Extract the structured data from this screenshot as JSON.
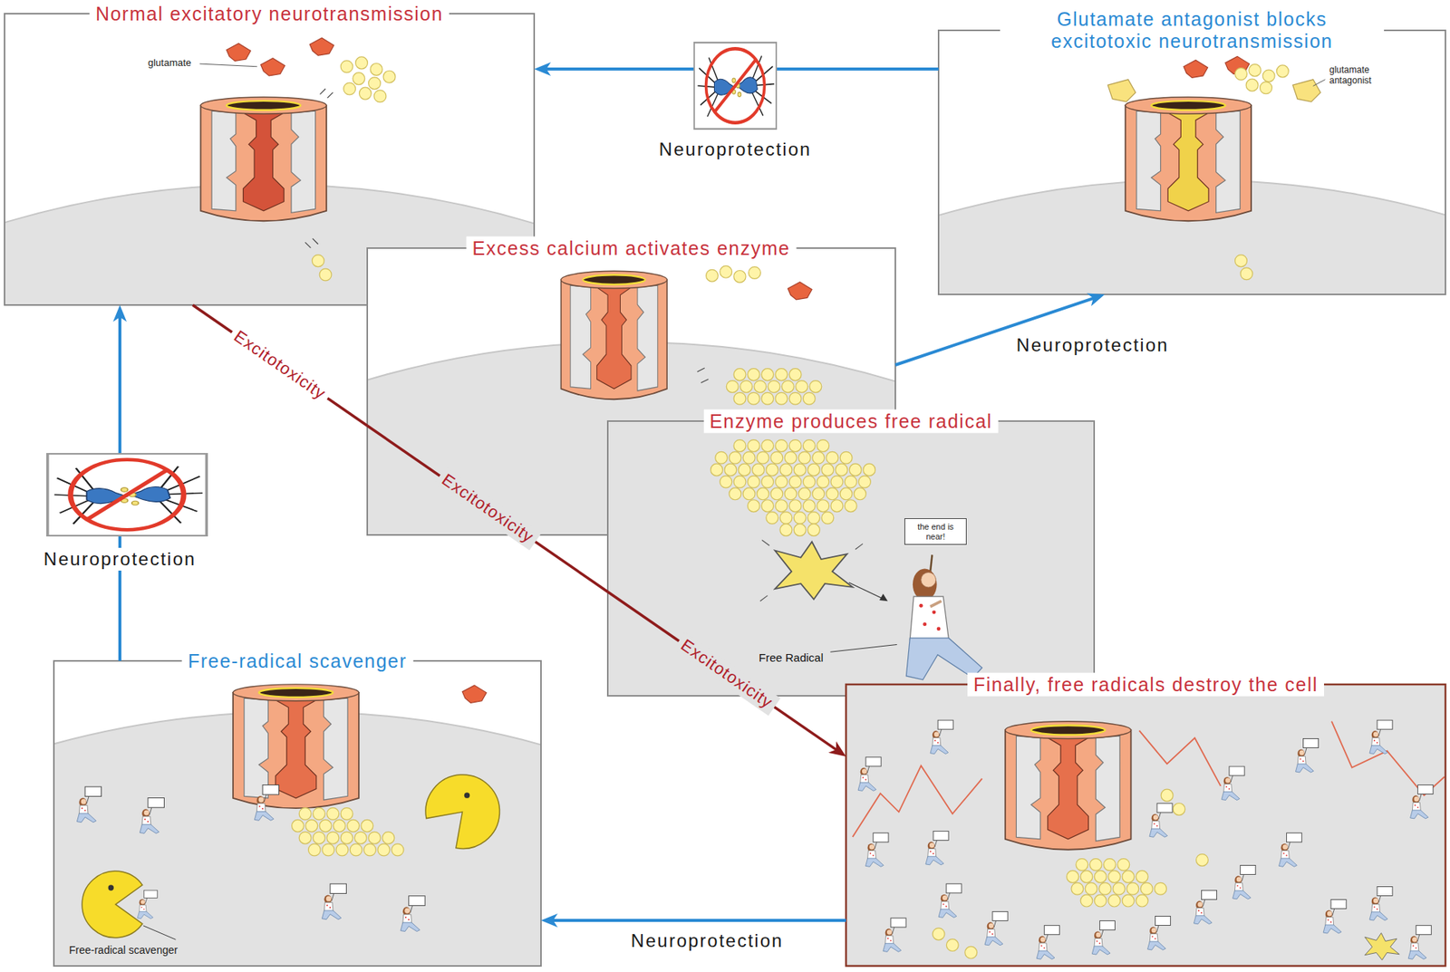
{
  "diagram": {
    "nodes": [
      {
        "text": [
          "Normal excitatory neurotransmission",
          "glutamate"
        ]
      },
      {
        "text": [
          "Glutamate antagonist blocks excitotoxic neurotransmission",
          "glutamate antagonist"
        ]
      },
      {
        "text": [
          "Excess calcium activates enzyme"
        ]
      },
      {
        "text": [
          "Enzyme produces free radical",
          "Free Radical"
        ]
      },
      {
        "text": [
          "the end is near!"
        ],
        "in": 3
      },
      {
        "text": [
          "Free-radical scavenger",
          "Free-radical scavenger"
        ]
      },
      {
        "text": [
          "Finally, free radicals destroy the cell"
        ]
      }
    ],
    "edges": [
      {
        "from": 1,
        "to": 0,
        "arrow": "to",
        "label": "Neuroprotection"
      },
      {
        "from": 0,
        "to": 2,
        "arrow": "none",
        "label": "Excitotoxicity"
      },
      {
        "from": 2,
        "to": 3,
        "arrow": "none",
        "label": "Excitotoxicity"
      },
      {
        "from": 3,
        "to": 6,
        "arrow": "to",
        "label": "Excitotoxicity"
      },
      {
        "from": 2,
        "to": 1,
        "arrow": "to",
        "label": "Neuroprotection"
      },
      {
        "from": 6,
        "to": 5,
        "arrow": "to",
        "label": "Neuroprotection"
      },
      {
        "from": 5,
        "to": 0,
        "arrow": "to",
        "label": "Neuroprotection"
      }
    ]
  }
}
